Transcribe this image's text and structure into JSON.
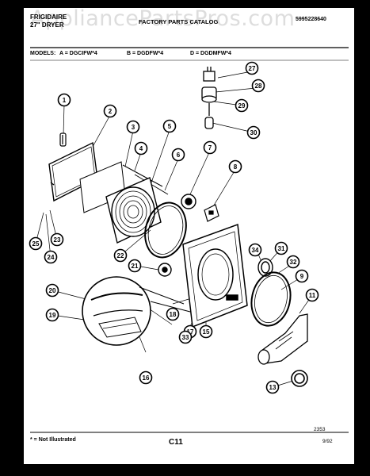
{
  "header": {
    "brand": "FRIGIDAIRE",
    "product": "27\" DRYER",
    "catalog_title": "FACTORY PARTS CATALOG",
    "catalog_number": "5995228640",
    "watermark": "AppliancePartsPros.com"
  },
  "models": {
    "label": "MODELS:",
    "a": "A = DGCIFW*4",
    "b": "B = DGDFW*4",
    "d": "D = DGDMFW*4"
  },
  "footer": {
    "note": "* = Not Illustrated",
    "page": "C11",
    "date": "9/92",
    "figure_number": "2353"
  },
  "callouts": [
    "1",
    "2",
    "3",
    "4",
    "5",
    "6",
    "7",
    "8",
    "9",
    "11",
    "13",
    "15",
    "16",
    "17",
    "18",
    "19",
    "20",
    "21",
    "22",
    "23",
    "24",
    "25",
    "27",
    "28",
    "29",
    "30",
    "31",
    "32",
    "33",
    "34"
  ],
  "colors": {
    "ink": "#000000",
    "paper": "#ffffff",
    "frame": "#000000"
  }
}
